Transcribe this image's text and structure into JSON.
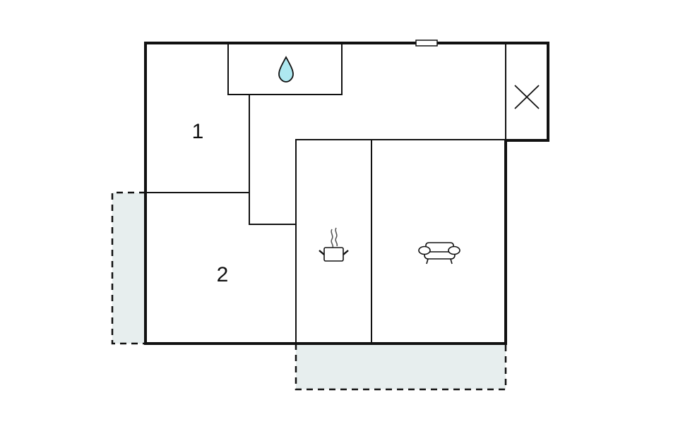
{
  "diagram": {
    "type": "floor-plan",
    "colors": {
      "wall": "#111111",
      "terrace_fill": "#e7eeee",
      "water_fill": "#aee8f0",
      "background": "#ffffff"
    },
    "rooms": [
      {
        "id": "bedroom-1",
        "label": "1"
      },
      {
        "id": "bedroom-2",
        "label": "2"
      },
      {
        "id": "bathroom",
        "icon": "water-drop-icon"
      },
      {
        "id": "kitchen",
        "icon": "cooking-pot-icon"
      },
      {
        "id": "living-room",
        "icon": "armchair-icon"
      },
      {
        "id": "utility",
        "icon": "cross-icon"
      },
      {
        "id": "hallway"
      }
    ],
    "terraces": [
      {
        "id": "terrace-west"
      },
      {
        "id": "terrace-south"
      }
    ],
    "window": {
      "id": "window-north"
    }
  }
}
